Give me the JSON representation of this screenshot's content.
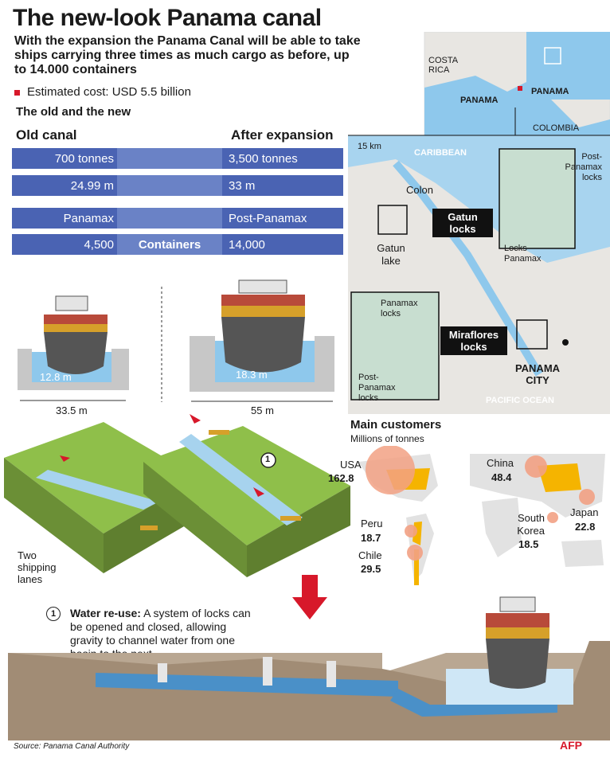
{
  "title": "The new-look Panama canal",
  "subtitle": "With the expansion the Panama Canal will be able to take ships carrying three times as much cargo as before, up to 14.000 containers",
  "cost": "Estimated cost: USD 5.5 billion",
  "section_label": "The old and the new",
  "comparison": {
    "old_header": "Old canal",
    "new_header": "After expansion",
    "rows": [
      {
        "old": "700 tonnes",
        "mid": "",
        "new": "3,500 tonnes"
      },
      {
        "old": "24.99 m",
        "mid": "",
        "new": "33 m"
      },
      {
        "old": "Panamax",
        "mid": "",
        "new": "Post-Panamax"
      },
      {
        "old": "4,500",
        "mid": "Containers",
        "new": "14,000"
      }
    ]
  },
  "ships": {
    "old_depth": "12.8 m",
    "old_width": "33.5 m",
    "new_depth": "18.3 m",
    "new_width": "55 m"
  },
  "locks_3d": {
    "lanes_label": "Two shipping lanes",
    "marker": "1"
  },
  "note": {
    "num": "1",
    "heading": "Water re-use:",
    "text": "A system of locks can be opened and closed, allowing gravity to channel water from one basin to the next"
  },
  "map": {
    "costa_rica": "COSTA RICA",
    "panama_top": "PANAMA",
    "panama_inset": "PANAMA",
    "colombia": "COLOMBIA",
    "scale": "15 km",
    "caribbean": "CARIBBEAN",
    "colon": "Colon",
    "gatun_lake": "Gatun lake",
    "gatun_locks": "Gatun locks",
    "miraflores_locks": "Miraflores locks",
    "panama_city": "PANAMA CITY",
    "pacific": "PACIFIC OCEAN",
    "inset1_post": "Post-Panamax locks",
    "inset1_pan": "Locks Panamax",
    "inset2_pan": "Panamax locks",
    "inset2_post": "Post-Panamax locks"
  },
  "customers": {
    "title": "Main customers",
    "unit": "Millions of tonnes",
    "items": [
      {
        "name": "USA",
        "value": "162.8"
      },
      {
        "name": "China",
        "value": "48.4"
      },
      {
        "name": "Japan",
        "value": "22.8"
      },
      {
        "name": "South Korea",
        "value": "18.5"
      },
      {
        "name": "Peru",
        "value": "18.7"
      },
      {
        "name": "Chile",
        "value": "29.5"
      }
    ]
  },
  "source": "Source: Panama Canal Authority",
  "logo": "AFP",
  "colors": {
    "bar_dark": "#4a63b3",
    "bar_mid": "#6a82c6",
    "red": "#d7182a",
    "water": "#8ec8ec",
    "land": "#e8e6e2",
    "circle": "#f2a184",
    "country": "#f5b400"
  }
}
